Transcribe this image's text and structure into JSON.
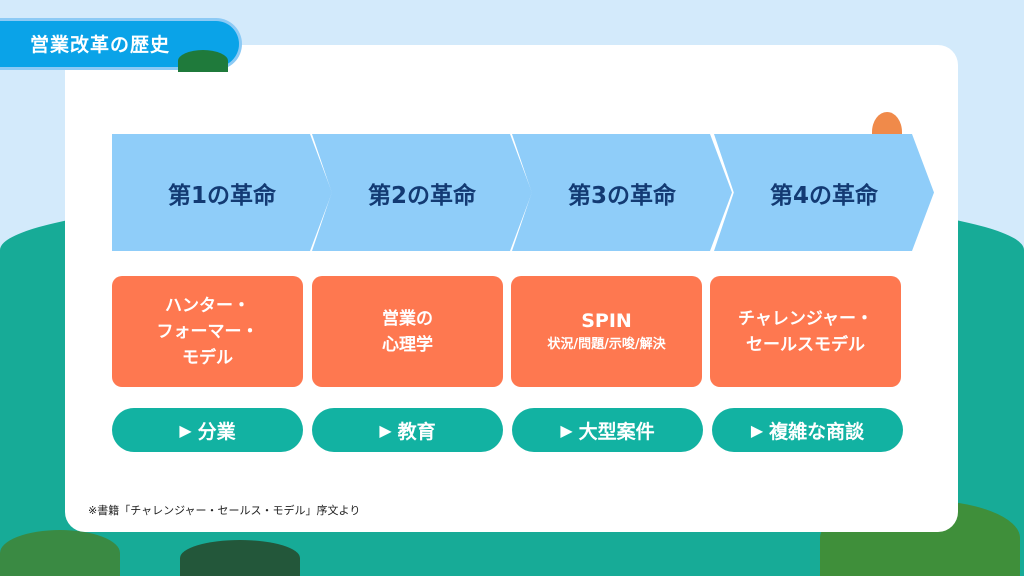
{
  "title": "営業改革の歴史",
  "revolutions": [
    {
      "label": "第1の革命",
      "box_lines": [
        "ハンター・",
        "フォーマー・",
        "モデル"
      ],
      "box_sub": "",
      "result": "分業"
    },
    {
      "label": "第2の革命",
      "box_lines": [
        "営業の",
        "心理学"
      ],
      "box_sub": "",
      "result": "教育"
    },
    {
      "label": "第3の革命",
      "box_lines": [
        "SPIN"
      ],
      "box_sub": "状況/問題/示唆/解決",
      "result": "大型案件"
    },
    {
      "label": "第4の革命",
      "box_lines": [
        "チャレンジャー・",
        "セールスモデル"
      ],
      "box_sub": "",
      "result": "複雑な商談"
    }
  ],
  "play_icon": "▶",
  "note": "※書籍「チャレンジャー・セールス・モデル」序文より",
  "colors": {
    "chevron": "#8fcdf9",
    "box": "#fe7850",
    "pill": "#12b2a2",
    "title": "#0aa3e8"
  }
}
